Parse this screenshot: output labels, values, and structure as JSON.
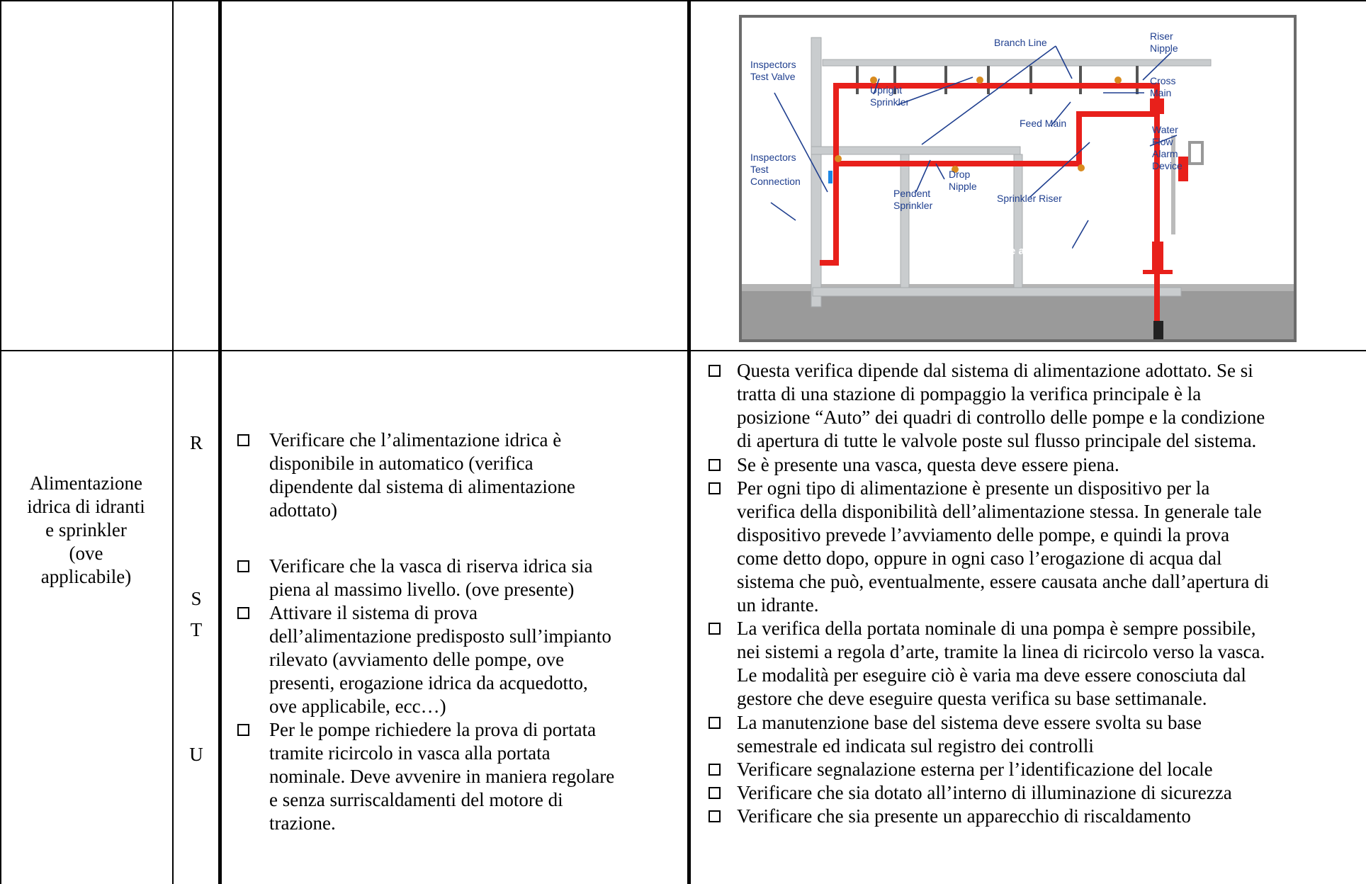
{
  "row1": {
    "diagram": {
      "labels": {
        "branch_line": "Branch Line",
        "riser_nipple": [
          "Riser",
          "Nipple"
        ],
        "inspectors_test_valve": [
          "Inspectors",
          "Test Valve"
        ],
        "upright_sprinkler": [
          "Upright",
          "Sprinkler"
        ],
        "cross_main": [
          "Cross",
          "Main"
        ],
        "feed_main": "Feed Main",
        "water_flow_alarm": [
          "Water",
          "Flow",
          "Alarm",
          "Device"
        ],
        "inspectors_test_connection": [
          "Inspectors",
          "Test",
          "Connection"
        ],
        "drop_nipple": [
          "Drop",
          "Nipple"
        ],
        "pendent_sprinkler": [
          "Pendent",
          "Sprinkler"
        ],
        "sprinkler_riser": "Sprinkler Riser",
        "flange_spigot": "Flange and Spigot"
      },
      "colors": {
        "pipe": "#e8201b",
        "frame": "#c9ccce",
        "background": "#ffffff",
        "ground": "#9a9a9a",
        "label": "#1f3f8f",
        "border": "#6b6b6b"
      }
    }
  },
  "row2": {
    "label": [
      "Alimentazione",
      "idrica di idranti",
      "e sprinkler",
      "(ove",
      "applicabile)"
    ],
    "letters": [
      "R",
      "S",
      "T",
      "U"
    ],
    "checks": [
      [
        "Verificare che l’alimentazione idrica è",
        "disponibile in automatico (verifica",
        "dipendente dal sistema di alimentazione",
        "adottato)"
      ],
      [
        "Verificare che la vasca di riserva idrica sia",
        "piena al massimo livello. (ove presente)"
      ],
      [
        "Attivare il sistema di prova",
        "dell’alimentazione predisposto sull’impianto",
        "rilevato (avviamento delle pompe, ove",
        "presenti, erogazione idrica da acquedotto,",
        "ove applicabile, ecc…)"
      ],
      [
        "Per le pompe richiedere la prova di portata",
        "tramite ricircolo in vasca alla portata",
        "nominale. Deve avvenire in maniera regolare",
        "e senza surriscaldamenti del motore di",
        "trazione."
      ]
    ],
    "notes": [
      [
        "Questa verifica dipende dal sistema di alimentazione adottato. Se si",
        "tratta di una stazione di pompaggio la verifica principale è la",
        "posizione “Auto” dei quadri di controllo delle pompe e la condizione",
        "di apertura di tutte le valvole poste sul flusso principale del sistema."
      ],
      [
        "Se è presente una vasca, questa deve essere piena."
      ],
      [
        "Per ogni tipo di alimentazione è presente un dispositivo per la",
        "verifica della disponibilità dell’alimentazione stessa. In generale tale",
        "dispositivo prevede l’avviamento delle pompe, e quindi la prova",
        "come detto dopo, oppure in  ogni caso l’erogazione di acqua dal",
        "sistema che può, eventualmente, essere causata anche dall’apertura di",
        "un idrante."
      ],
      [
        "La verifica della portata nominale di una pompa è sempre possibile,",
        "nei sistemi a regola d’arte, tramite la linea di ricircolo verso la vasca.",
        "Le modalità per eseguire ciò è varia ma deve essere conosciuta dal",
        "gestore che deve eseguire questa verifica su base settimanale."
      ],
      [
        "La manutenzione base del sistema deve essere svolta su base",
        "semestrale ed indicata sul registro dei controlli"
      ],
      [
        "Verificare segnalazione esterna per l’identificazione del locale"
      ],
      [
        "Verificare che sia dotato all’interno di illuminazione di sicurezza"
      ],
      [
        "Verificare che sia presente un apparecchio di riscaldamento"
      ]
    ]
  }
}
